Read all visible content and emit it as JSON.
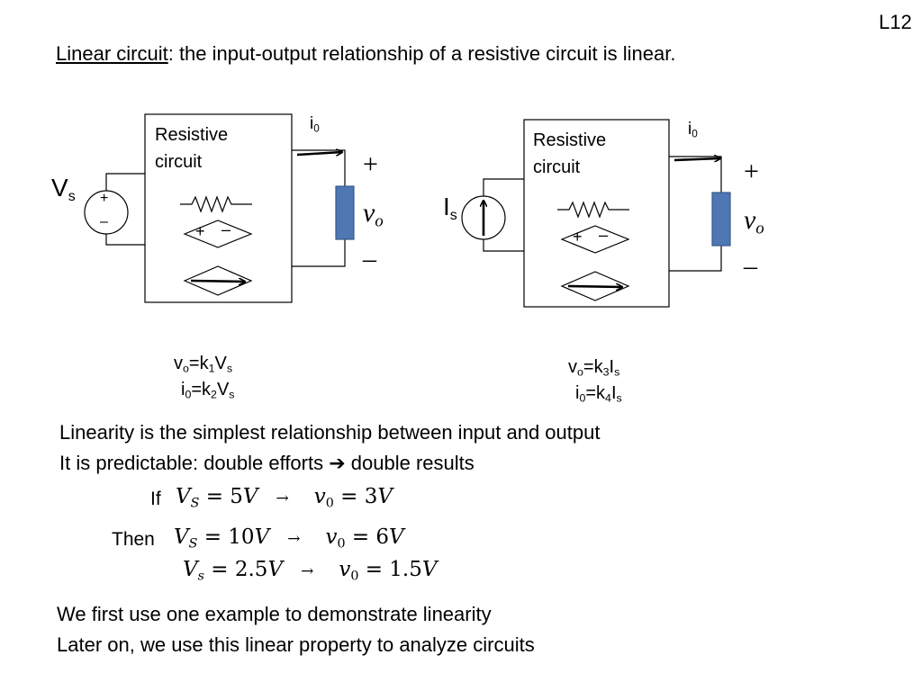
{
  "slide_number": "L12",
  "heading": {
    "term": "Linear circuit",
    "rest": ":  the input-output relationship of a resistive  circuit is linear."
  },
  "circuit1": {
    "box_label_1": "Resistive",
    "box_label_2": "circuit",
    "source_symbol": "V",
    "source_sub": "s",
    "source_plus": "+",
    "source_minus": "–",
    "current": "i",
    "current_sub": "0",
    "out_plus": "+",
    "out_minus": "–",
    "out_v": "v",
    "out_sub": "o",
    "dep_plus": "+",
    "dep_minus": "–"
  },
  "circuit2": {
    "box_label_1": "Resistive",
    "box_label_2": "circuit",
    "source_symbol": "I",
    "source_sub": "s",
    "current": "i",
    "current_sub": "0",
    "out_plus": "+",
    "out_minus": "–",
    "out_v": "v",
    "out_sub": "o",
    "dep_plus": "+",
    "dep_minus": "–"
  },
  "eqs1": {
    "e1": {
      "a": "v",
      "a_sub": "o",
      "b": "=k",
      "b_sub": "1",
      "c": "V",
      "c_sub": "s"
    },
    "e2": {
      "a": "i",
      "a_sub": "0",
      "b": "=k",
      "b_sub": "2",
      "c": "V",
      "c_sub": "s"
    }
  },
  "eqs2": {
    "e1": {
      "a": "v",
      "a_sub": "o",
      "b": "=k",
      "b_sub": "3",
      "c": "I",
      "c_sub": "s"
    },
    "e2": {
      "a": "i",
      "a_sub": "0",
      "b": "=k",
      "b_sub": "4",
      "c": "I",
      "c_sub": "s"
    }
  },
  "body": {
    "line1": "Linearity is the simplest relationship between input and output",
    "line2_a": "It is predictable:  double efforts ",
    "line2_arrow": "➔",
    "line2_b": " double results"
  },
  "math": {
    "if_label": "If",
    "then_label": "Then",
    "l1": {
      "lhs": "V",
      "lhs_sub": "S",
      "eq1": " = 5",
      "u1": "V",
      "arrow": "→",
      "rhs": "v",
      "rhs_sub": "0",
      "eq2": " = 3",
      "u2": "V"
    },
    "l2": {
      "lhs": "V",
      "lhs_sub": "S",
      "eq1": " = 10",
      "u1": "V",
      "arrow": "→",
      "rhs": "v",
      "rhs_sub": "0",
      "eq2": " = 6",
      "u2": "V"
    },
    "l3": {
      "lhs": "V",
      "lhs_sub": "s",
      "eq1": " = 2.5",
      "u1": "V",
      "arrow": "→",
      "rhs": "v",
      "rhs_sub": "0",
      "eq2": " = 1.5",
      "u2": "V"
    }
  },
  "footer": {
    "line1": "We first use one example to demonstrate linearity",
    "line2": "Later on,  we use this linear property to analyze circuits"
  },
  "colors": {
    "load_fill": "#4f77b4",
    "load_stroke": "#39598a"
  }
}
